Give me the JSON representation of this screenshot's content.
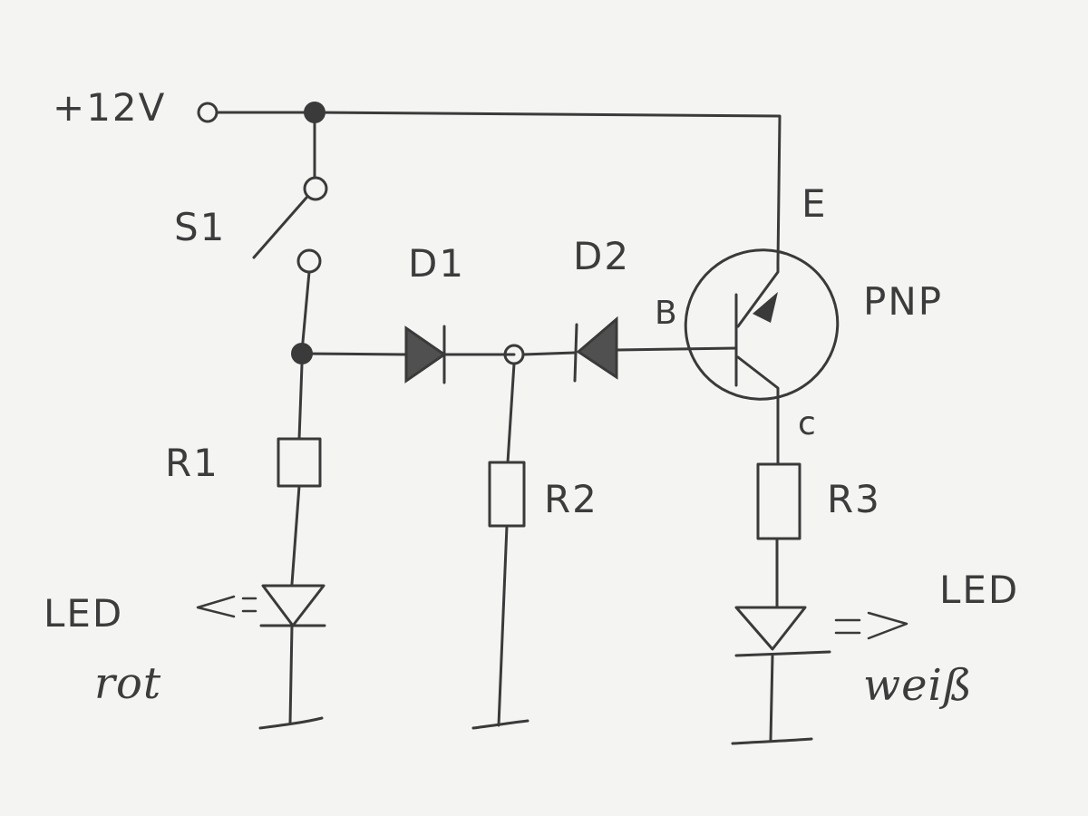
{
  "labels": {
    "supply": "+12V",
    "switch": "S1",
    "diode1": "D1",
    "diode2": "D2",
    "resistor1": "R1",
    "resistor2": "R2",
    "resistor3": "R3",
    "emitter": "E",
    "base": "B",
    "collector": "c",
    "transistor_type": "PNP",
    "led_red_label": "LED",
    "led_red_color": "rot",
    "led_white_label": "LED",
    "led_white_color": "weiß"
  },
  "colors": {
    "paper": "#f4f4f2",
    "ink": "#3a3a3a"
  }
}
